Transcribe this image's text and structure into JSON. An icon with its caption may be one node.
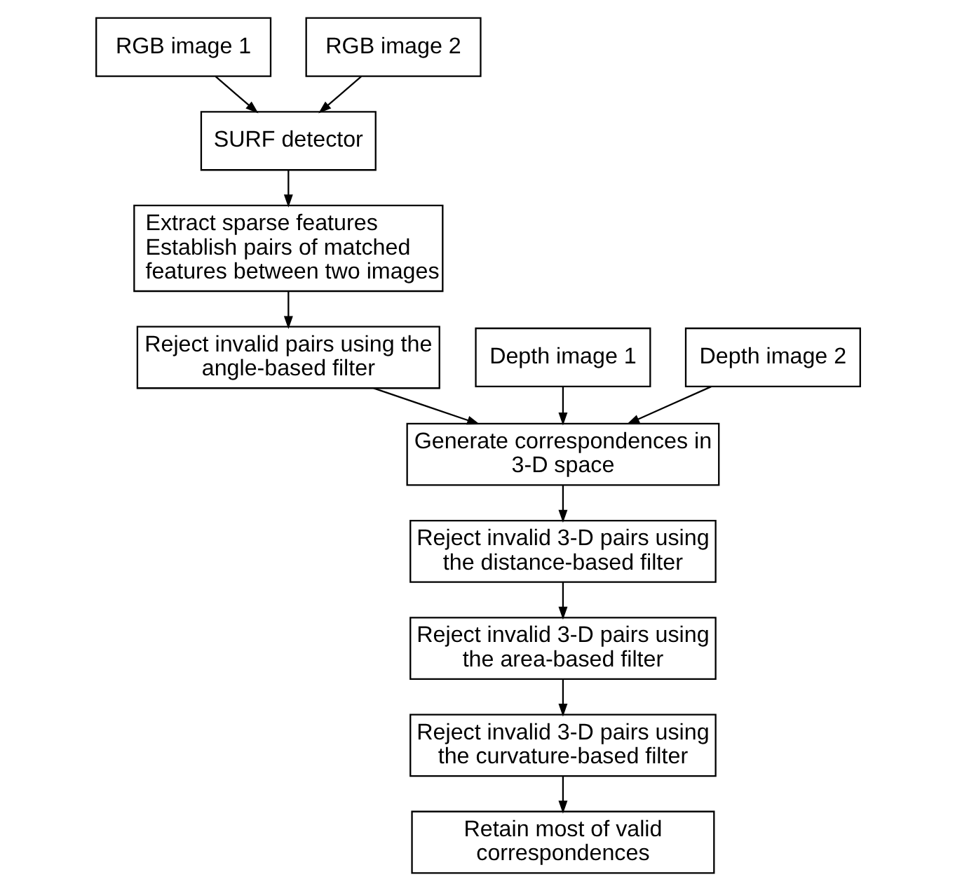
{
  "diagram": {
    "nodes": [
      {
        "text": [
          "RGB image 1"
        ]
      },
      {
        "text": [
          "RGB image 2"
        ]
      },
      {
        "text": [
          "SURF detector"
        ]
      },
      {
        "text": [
          "Extract sparse features",
          "Establish pairs of matched features between two images"
        ]
      },
      {
        "text": [
          "Reject invalid pairs using the angle-based filter"
        ]
      },
      {
        "text": [
          "Depth image 1"
        ]
      },
      {
        "text": [
          "Depth image 2"
        ]
      },
      {
        "text": [
          "Generate correspondences in 3-D space"
        ]
      },
      {
        "text": [
          "Reject invalid 3-D pairs using the distance-based filter"
        ]
      },
      {
        "text": [
          "Reject invalid 3-D pairs using the area-based filter"
        ]
      },
      {
        "text": [
          "Reject invalid 3-D pairs using the curvature-based filter"
        ]
      },
      {
        "text": [
          "Retain most of valid correspondences"
        ]
      }
    ],
    "edges": [
      {
        "from": 0,
        "to": 2,
        "arrow": "to"
      },
      {
        "from": 1,
        "to": 2,
        "arrow": "to"
      },
      {
        "from": 2,
        "to": 3,
        "arrow": "to"
      },
      {
        "from": 3,
        "to": 4,
        "arrow": "to"
      },
      {
        "from": 5,
        "to": 7,
        "arrow": "to"
      },
      {
        "from": 4,
        "to": 7,
        "arrow": "to"
      },
      {
        "from": 6,
        "to": 7,
        "arrow": "to"
      },
      {
        "from": 7,
        "to": 8,
        "arrow": "to"
      },
      {
        "from": 8,
        "to": 9,
        "arrow": "to"
      },
      {
        "from": 9,
        "to": 10,
        "arrow": "to"
      },
      {
        "from": 10,
        "to": 11,
        "arrow": "to"
      }
    ]
  }
}
